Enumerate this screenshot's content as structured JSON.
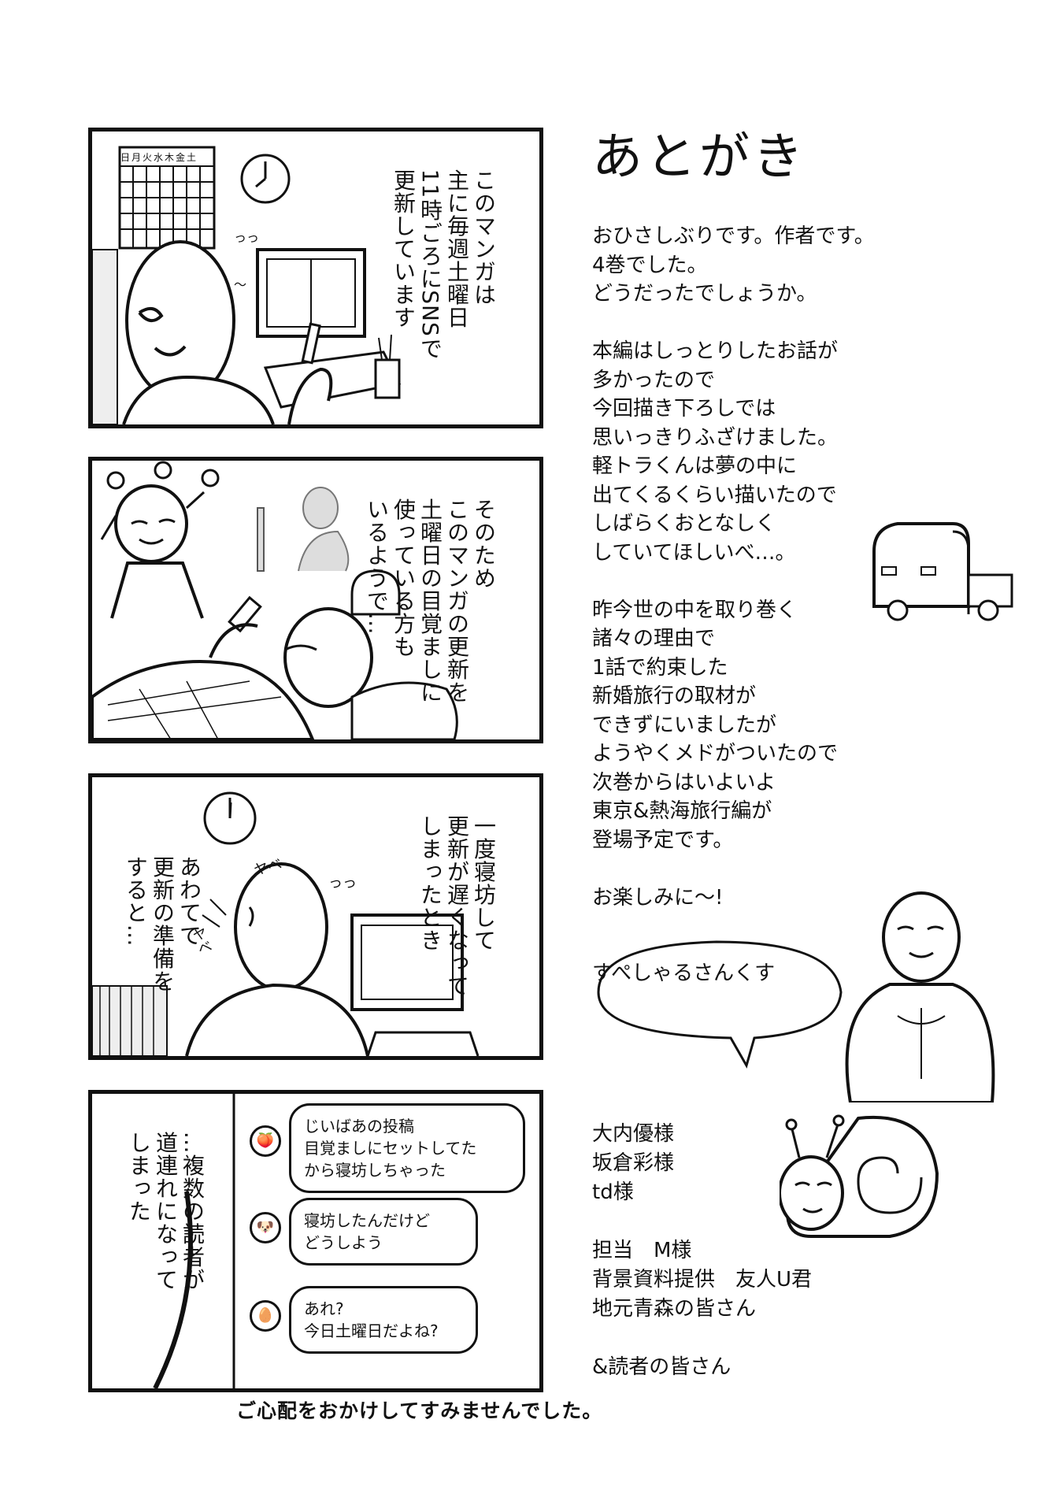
{
  "panels": [
    {
      "lines": [
        "このマンガは",
        "主に毎週土曜日",
        "11時ごろにSNSで",
        "更新しています"
      ],
      "calendar_header": "日月火水木金土"
    },
    {
      "lines": [
        "そのため",
        "このマンガの更新を",
        "土曜日の目覚ましに",
        "使っている方も",
        "いるようで…"
      ]
    },
    {
      "lines": [
        "一度寝坊して",
        "更新が遅くなって",
        "しまったとき"
      ],
      "lines_b": [
        "あわてて",
        "更新の準備を",
        "すると…"
      ],
      "sfx_1": "ヤベ",
      "sfx_2": "ヤベ"
    },
    {
      "lines": [
        "…複数の読者が",
        "道連れになって",
        "しまった"
      ],
      "chat": [
        {
          "avatar": "peach-icon",
          "text": "じいばあの投稿\n目覚ましにセットしてた\nから寝坊しちゃった"
        },
        {
          "avatar": "dog-icon",
          "text": "寝坊したんだけど\nどうしよう"
        },
        {
          "avatar": "egg-icon",
          "text": "あれ?\n今日土曜日だよね?"
        }
      ]
    }
  ],
  "caption": "ご心配をおかけしてすみませんでした。",
  "afterword": {
    "title": "あとがき",
    "paragraphs": [
      "おひさしぶりです。作者です。\n4巻でした。\nどうだったでしょうか。",
      "本編はしっとりしたお話が\n多かったので\n今回描き下ろしでは\n思いっきりふざけました。\n軽トラくんは夢の中に\n出てくるくらい描いたので\nしばらくおとなしく\nしていてほしいべ…。",
      "昨今世の中を取り巻く\n諸々の理由で\n1話で約束した\n新婚旅行の取材が\nできずにいましたが\nようやくメドがついたので\n次巻からはいよいよ\n東京&熱海旅行編が\n登場予定です。",
      "お楽しみに〜!"
    ],
    "speech": "すぺしゃるさんくす",
    "credits_1": [
      "大内優様",
      "坂倉彩様",
      "td様"
    ],
    "credits_2": [
      "担当　M様",
      "背景資料提供　友人U君",
      "地元青森の皆さん"
    ],
    "credits_3": [
      "&読者の皆さん"
    ]
  }
}
